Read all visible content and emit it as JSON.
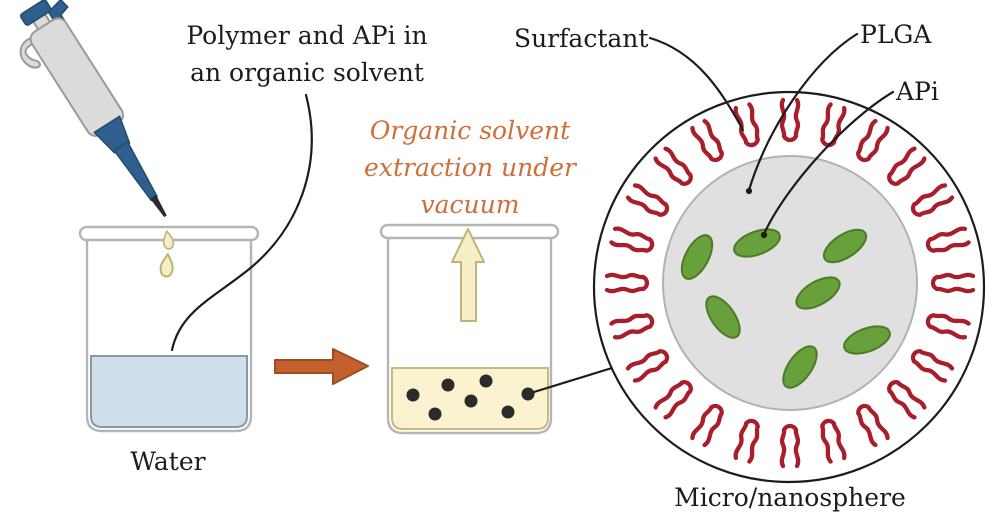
{
  "figure": {
    "step1_label_line1": "Polymer and APi in",
    "step1_label_line2": "an organic solvent",
    "water_label": "Water",
    "process_label_line1": "Organic solvent",
    "process_label_line2": "extraction under",
    "process_label_line3": "vacuum",
    "surfactant_label": "Surfactant",
    "plga_label": "PLGA",
    "api_label": "APi",
    "sphere_label": "Micro/nanosphere"
  },
  "colors": {
    "text": "#1c1c1c",
    "line": "#1c1c1c",
    "process-orange": "#cf6e3b",
    "arrow-orange": "#c3602e",
    "arrow-orange-dark": "#9f4c22",
    "surfactant-red": "#a81e2b",
    "api-green": "#68a03b",
    "api-green-dark": "#4c7a27",
    "plga-gray": "#e0e0e0",
    "plga-gray-border": "#b2b2b2",
    "glass-gray": "#b5b5b5",
    "water-blue": "#cfdfeb",
    "water-border": "#8a97a5",
    "solvent-yellow": "#fbf3cf",
    "solvent-border": "#c9ba7c",
    "cream": "#f5eec6",
    "cream-border": "#bfb378",
    "dot-black": "#2b2b2b",
    "pipette-gray": "#dbdbdb",
    "pipette-gray-border": "#9a9a9a",
    "pipette-blue": "#2f5f8d",
    "pipette-blue-dark": "#234b70",
    "tip-dark": "#2b2b2b"
  }
}
